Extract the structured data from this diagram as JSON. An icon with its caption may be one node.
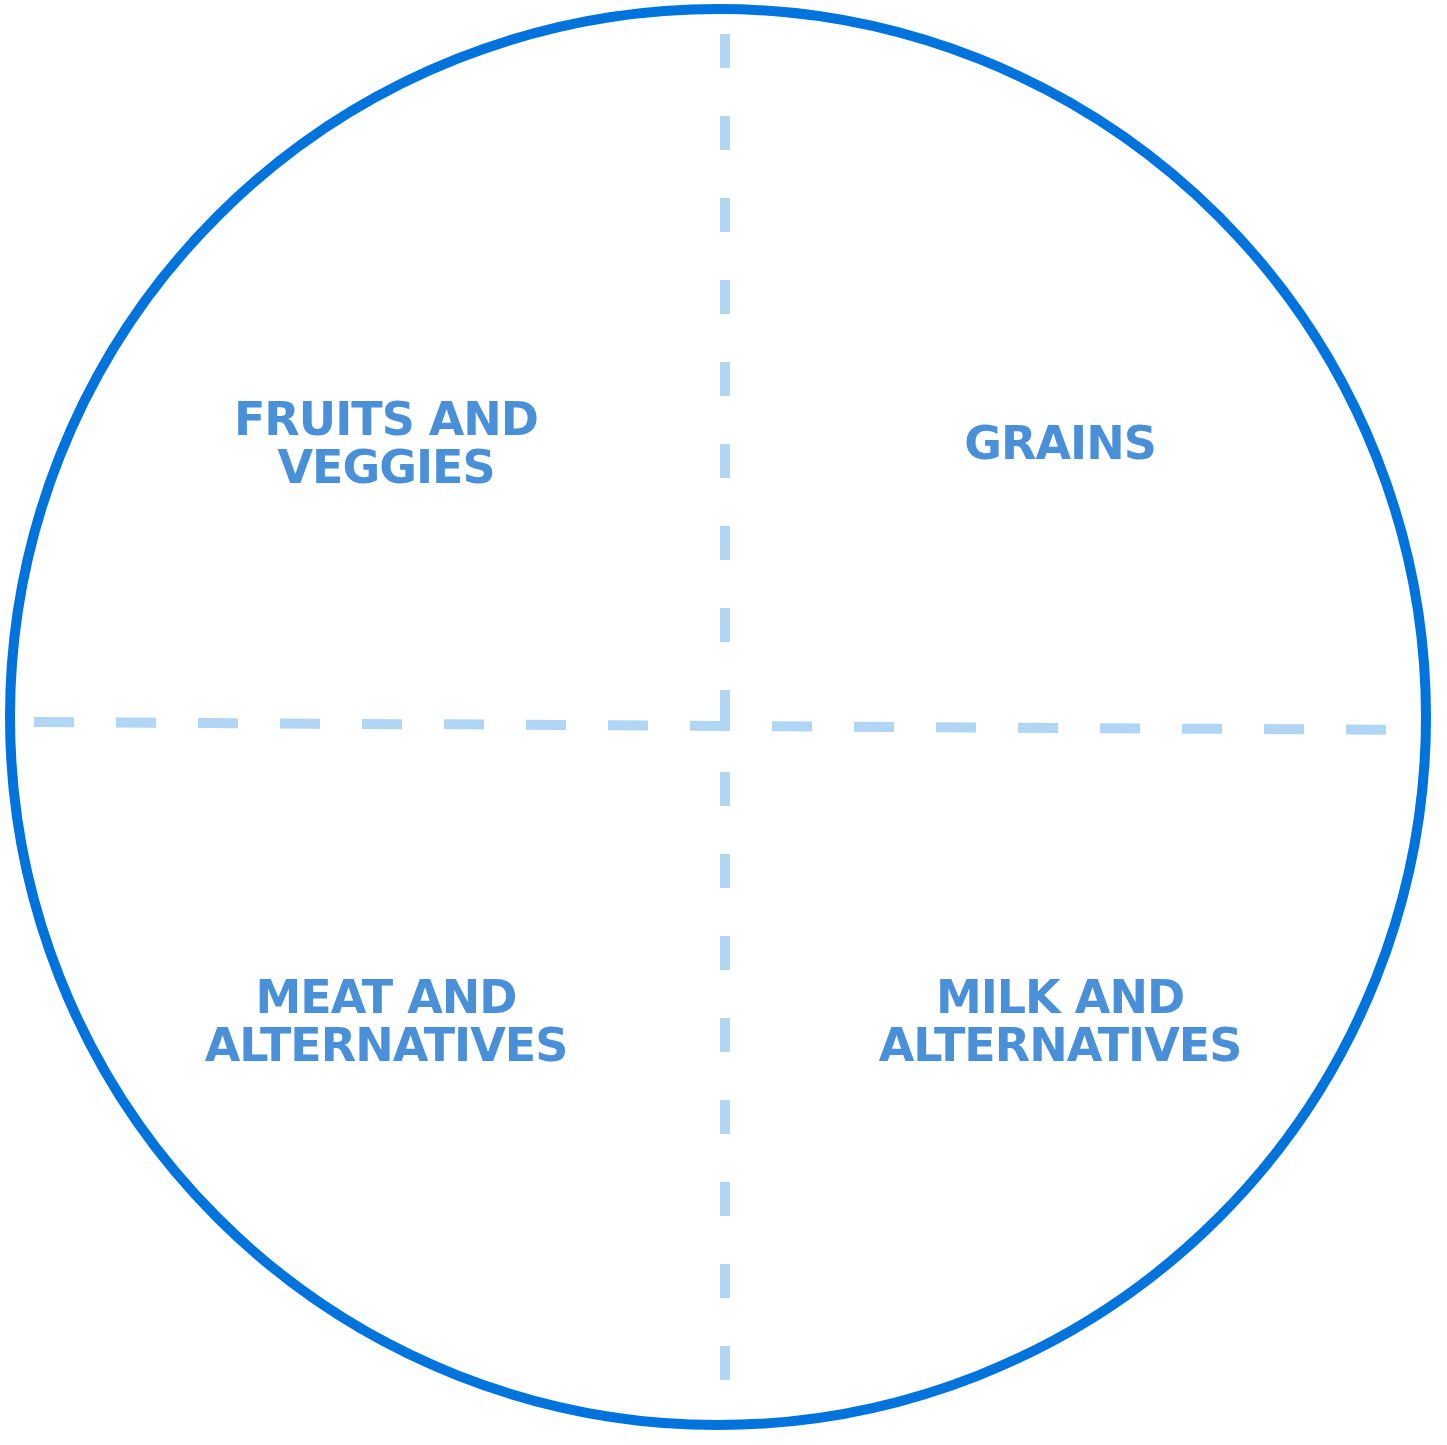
{
  "diagram": {
    "nodes": [
      {
        "text": [
          "FRUITS AND VEGGIES",
          "GRAINS",
          "MEAT AND ALTERNATIVES",
          "MILK AND ALTERNATIVES"
        ]
      }
    ],
    "edges": []
  }
}
